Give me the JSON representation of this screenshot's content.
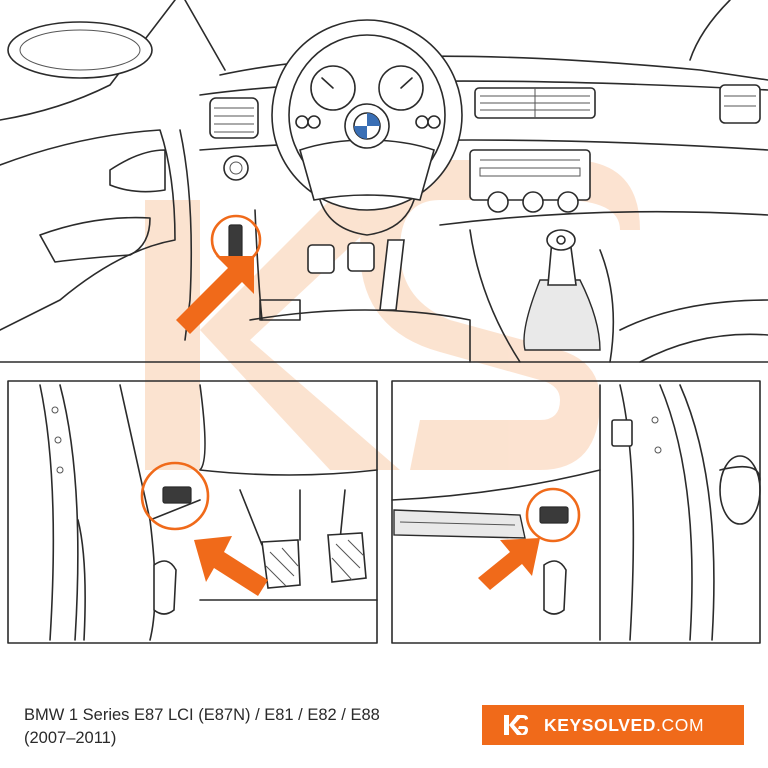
{
  "caption": {
    "line1": "BMW 1 Series E87 LCI (E87N) / E81 / E82 / E88",
    "line2": "(2007–2011)"
  },
  "brand": {
    "name": "KEYSOLVED",
    "suffix": ".COM",
    "color": "#f06a1a"
  },
  "colors": {
    "highlight": "#f06a1a",
    "line": "#2b2b2b",
    "watermark": "#f7c3a0"
  },
  "icons": {
    "logo": "ks-logo-icon",
    "pointer": "arrow-icon",
    "marker": "highlight-circle-icon"
  }
}
